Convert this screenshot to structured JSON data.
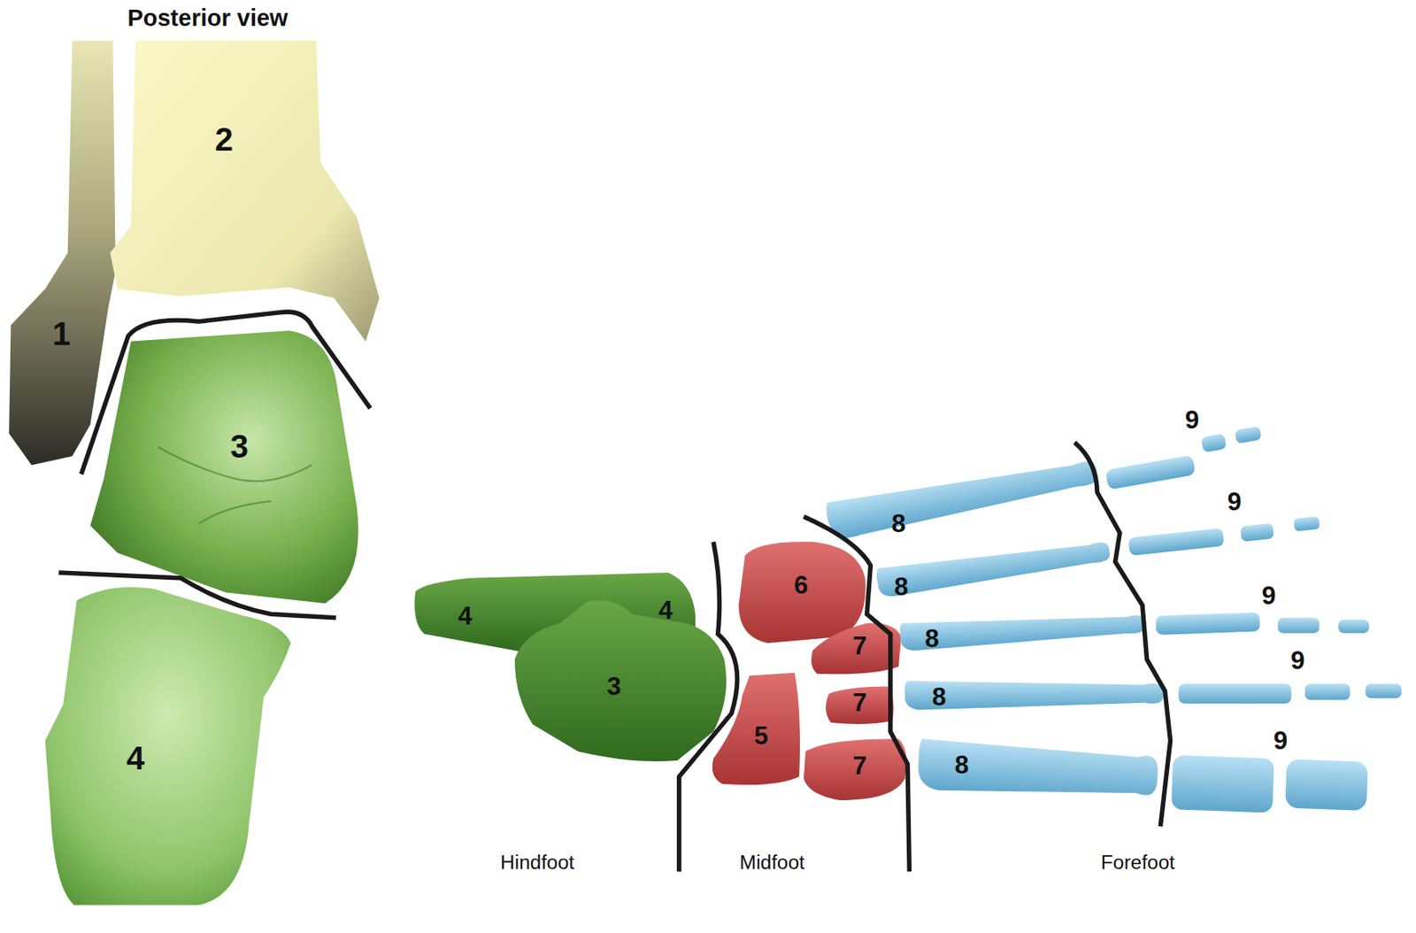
{
  "diagram": {
    "title": "Posterior view",
    "labels": [
      "1",
      "2",
      "3",
      "4",
      "4",
      "4",
      "3",
      "6",
      "5",
      "7",
      "7",
      "7",
      "8",
      "8",
      "8",
      "8",
      "8",
      "9",
      "9",
      "9",
      "9",
      "9",
      "Hindfoot",
      "Midfoot",
      "Forefoot"
    ]
  }
}
